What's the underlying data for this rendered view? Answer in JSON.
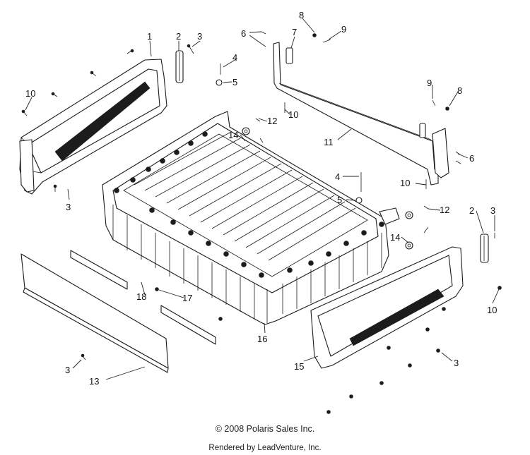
{
  "callouts": [
    {
      "id": "c1",
      "text": "1"
    },
    {
      "id": "c2a",
      "text": "2"
    },
    {
      "id": "c3a",
      "text": "3"
    },
    {
      "id": "c6a",
      "text": "6"
    },
    {
      "id": "c7",
      "text": "7"
    },
    {
      "id": "c8a",
      "text": "8"
    },
    {
      "id": "c9a",
      "text": "9"
    },
    {
      "id": "c4a",
      "text": "4"
    },
    {
      "id": "c5a",
      "text": "5"
    },
    {
      "id": "c10a",
      "text": "10"
    },
    {
      "id": "c10b",
      "text": "10"
    },
    {
      "id": "c12a",
      "text": "12"
    },
    {
      "id": "c14a",
      "text": "14"
    },
    {
      "id": "c9b",
      "text": "9"
    },
    {
      "id": "c8b",
      "text": "8"
    },
    {
      "id": "c11",
      "text": "11"
    },
    {
      "id": "c6b",
      "text": "6"
    },
    {
      "id": "c3b",
      "text": "3"
    },
    {
      "id": "c4b",
      "text": "4"
    },
    {
      "id": "c10c",
      "text": "10"
    },
    {
      "id": "c5b",
      "text": "5"
    },
    {
      "id": "c12b",
      "text": "12"
    },
    {
      "id": "c2b",
      "text": "2"
    },
    {
      "id": "c3c",
      "text": "3"
    },
    {
      "id": "c14b",
      "text": "14"
    },
    {
      "id": "c18",
      "text": "18"
    },
    {
      "id": "c17",
      "text": "17"
    },
    {
      "id": "c10d",
      "text": "10"
    },
    {
      "id": "c16",
      "text": "16"
    },
    {
      "id": "c3d",
      "text": "3"
    },
    {
      "id": "c15",
      "text": "15"
    },
    {
      "id": "c13",
      "text": "13"
    },
    {
      "id": "c3e",
      "text": "3"
    }
  ],
  "footer": {
    "copyright": "© 2008 Polaris Sales Inc.",
    "rendered_by": "Rendered by LeadVenture, Inc."
  }
}
